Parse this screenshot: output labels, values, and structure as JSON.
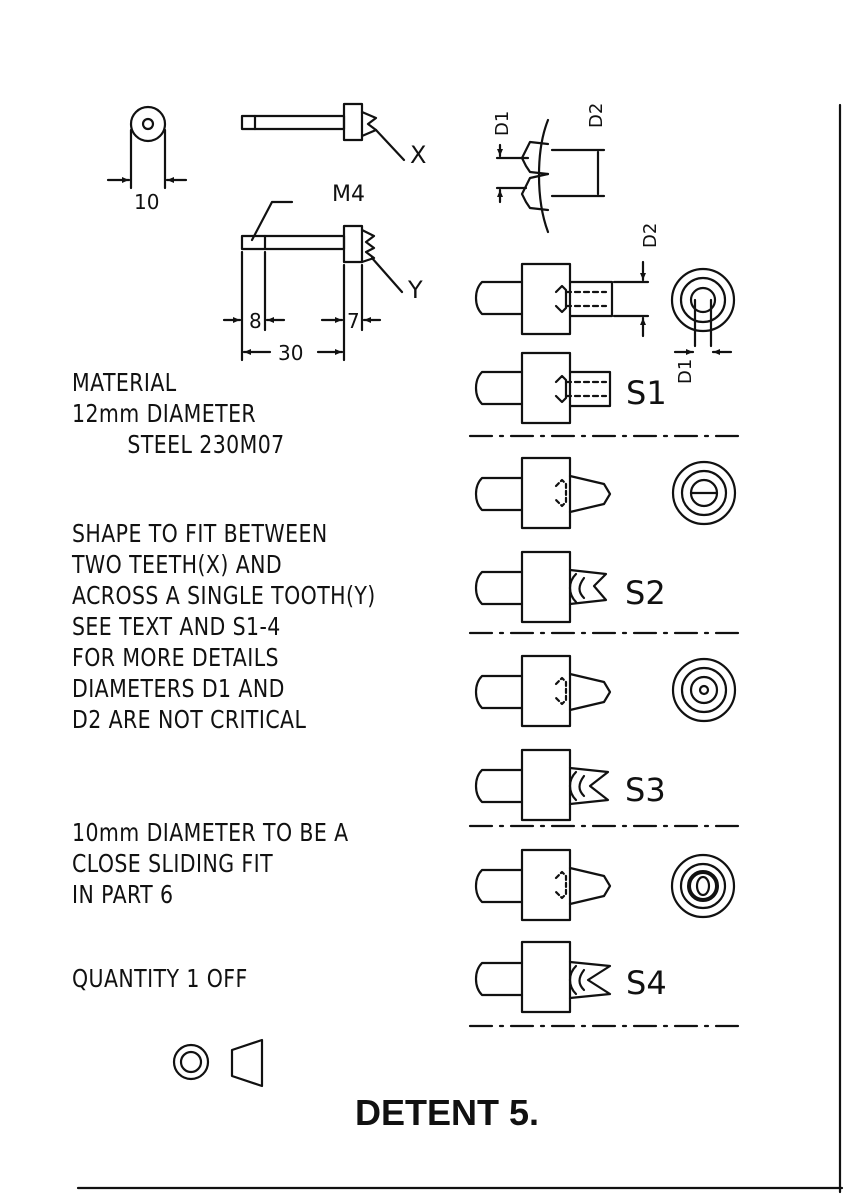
{
  "labels": {
    "x": "X",
    "y": "Y",
    "m4": "M4",
    "d1": "D1",
    "d2": "D2",
    "dim10": "10",
    "dim8": "8",
    "dim7": "7",
    "dim30": "30",
    "s1": "S1",
    "s2": "S2",
    "s3": "S3",
    "s4": "S4"
  },
  "notes": {
    "material": [
      "MATERIAL",
      "12mm DIAMETER",
      "        STEEL 230M07"
    ],
    "shape": [
      "SHAPE TO FIT BETWEEN",
      "TWO TEETH(X) AND",
      "ACROSS A SINGLE TOOTH(Y)",
      "SEE TEXT AND S1-4",
      "FOR MORE DETAILS",
      "DIAMETERS D1 AND",
      "D2 ARE NOT CRITICAL"
    ],
    "fit": [
      "10mm DIAMETER TO BE A",
      "CLOSE SLIDING FIT",
      "IN PART 6"
    ],
    "quantity": "QUANTITY 1 OFF"
  },
  "title": "DETENT 5."
}
